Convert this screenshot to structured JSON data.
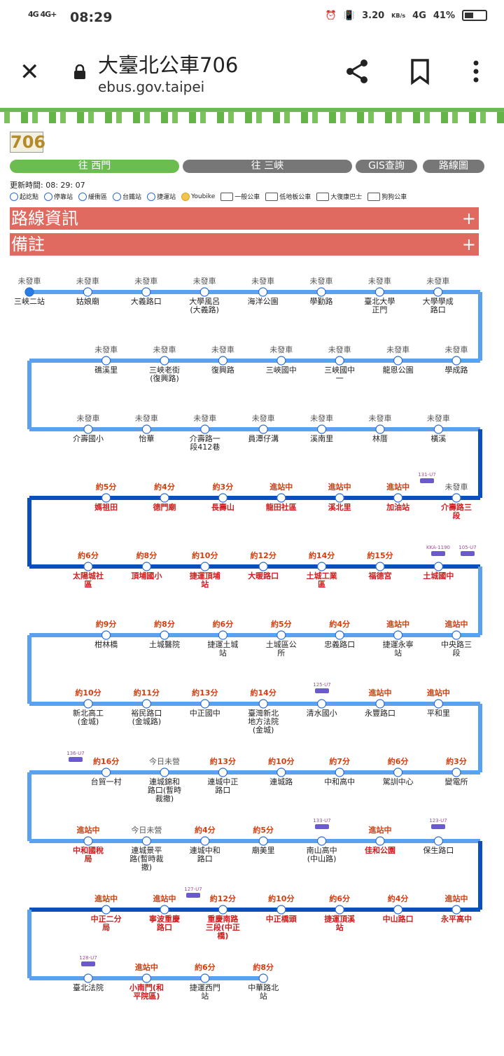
{
  "status": {
    "signal": "4G 4G+",
    "time": "08:29",
    "speed": "3.20",
    "speed_unit": "KB/s",
    "network": "4G",
    "battery": "41%"
  },
  "header": {
    "title": "大臺北公車706",
    "url": "ebus.gov.taipei"
  },
  "route": {
    "number": "706",
    "tabs": [
      "往 西門",
      "往 三峽",
      "GIS查詢",
      "路線圖"
    ],
    "updated": "更新時間: 08: 29: 07",
    "legend": [
      "起訖點",
      "停靠站",
      "緩衝區",
      "台鐵站",
      "捷運站",
      "Youbike",
      "一般公車",
      "低地板公車",
      "大復康巴士",
      "狗狗公車"
    ],
    "sections": [
      "路線資訊",
      "備註"
    ],
    "plus": "+"
  },
  "stops": [
    {
      "name": "三峽二站",
      "eta": "未發車"
    },
    {
      "name": "姑娘廟",
      "eta": "未發車"
    },
    {
      "name": "大義路口",
      "eta": "未發車"
    },
    {
      "name": "大學風呂\n(大義路)",
      "eta": "未發車"
    },
    {
      "name": "海洋公園",
      "eta": "未發車"
    },
    {
      "name": "學勤路",
      "eta": "未發車"
    },
    {
      "name": "臺北大學\n正門",
      "eta": "未發車"
    },
    {
      "name": "大學學成\n路口",
      "eta": "未發車"
    },
    {
      "name": "學成路",
      "eta": "未發車"
    },
    {
      "name": "龍恩公園",
      "eta": "未發車"
    },
    {
      "name": "三峽國中\n一",
      "eta": "未發車"
    },
    {
      "name": "三峽國中",
      "eta": "未發車"
    },
    {
      "name": "復興路",
      "eta": "未發車"
    },
    {
      "name": "三峽老街\n(復興路)",
      "eta": "未發車"
    },
    {
      "name": "礁溪里",
      "eta": "未發車"
    },
    {
      "name": "介壽國小",
      "eta": "未發車"
    },
    {
      "name": "怡華",
      "eta": "未發車"
    },
    {
      "name": "介壽路一\n段412巷",
      "eta": "未發車"
    },
    {
      "name": "員潭仔溝",
      "eta": "未發車"
    },
    {
      "name": "溪南里",
      "eta": "未發車"
    },
    {
      "name": "林厝",
      "eta": "未發車"
    },
    {
      "name": "橫溪",
      "eta": "未發車"
    },
    {
      "name": "介壽路三\n段",
      "eta": "未發車"
    },
    {
      "name": "加油站",
      "eta": "進站中"
    },
    {
      "name": "溪北里",
      "eta": "進站中"
    },
    {
      "name": "龍田社區",
      "eta": "進站中"
    },
    {
      "name": "長壽山",
      "eta": "約3分"
    },
    {
      "name": "德門廟",
      "eta": "約4分"
    },
    {
      "name": "媽祖田",
      "eta": "約5分"
    },
    {
      "name": "太陽城社\n區",
      "eta": "約6分"
    },
    {
      "name": "頂埔國小",
      "eta": "約8分"
    },
    {
      "name": "捷運頂埔\n站",
      "eta": "約10分"
    },
    {
      "name": "大暖路口",
      "eta": "約12分"
    },
    {
      "name": "土城工業\n區",
      "eta": "約14分"
    },
    {
      "name": "福德宮",
      "eta": "約15分"
    },
    {
      "name": "土城國中",
      "eta": ""
    },
    {
      "name": "中央路三\n段",
      "eta": "進站中"
    },
    {
      "name": "捷運永寧\n站",
      "eta": "進站中"
    },
    {
      "name": "忠義路口",
      "eta": "約4分"
    },
    {
      "name": "土城區公\n所",
      "eta": "約5分"
    },
    {
      "name": "捷運土城\n站",
      "eta": "約6分"
    },
    {
      "name": "土城醫院",
      "eta": "約8分"
    },
    {
      "name": "柑林橋",
      "eta": "約9分"
    },
    {
      "name": "新北高工\n(金城)",
      "eta": "約10分"
    },
    {
      "name": "裕民路口\n(金城路)",
      "eta": "約11分"
    },
    {
      "name": "中正國中",
      "eta": "約13分"
    },
    {
      "name": "臺灣新北\n地方法院\n(金城)",
      "eta": "約14分"
    },
    {
      "name": "清水國小",
      "eta": ""
    },
    {
      "name": "永豐路口",
      "eta": "進站中"
    },
    {
      "name": "平和里",
      "eta": "進站中"
    },
    {
      "name": "變電所",
      "eta": "約3分"
    },
    {
      "name": "駕訓中心",
      "eta": "約6分"
    },
    {
      "name": "中和高中",
      "eta": "約7分"
    },
    {
      "name": "連城路",
      "eta": "約10分"
    },
    {
      "name": "連城中正\n路口",
      "eta": "約13分"
    },
    {
      "name": "連城錦和\n路口(暫時\n裁撤)",
      "eta": "今日未營\n運"
    },
    {
      "name": "台貿一村",
      "eta": "約16分"
    },
    {
      "name": "中和國稅\n局",
      "eta": "進站中"
    },
    {
      "name": "連城景平\n路(暫時裁\n撤)",
      "eta": "今日未營\n運"
    },
    {
      "name": "連城中和\n路口",
      "eta": "約4分"
    },
    {
      "name": "廟美里",
      "eta": "約5分"
    },
    {
      "name": "南山高中\n(中山路)",
      "eta": ""
    },
    {
      "name": "佳和公園",
      "eta": "進站中"
    },
    {
      "name": "保生路口",
      "eta": ""
    },
    {
      "name": "永平高中",
      "eta": "進站中"
    },
    {
      "name": "中山路口",
      "eta": "約4分"
    },
    {
      "name": "捷運頂溪\n站",
      "eta": "約6分"
    },
    {
      "name": "中正橋頭",
      "eta": "約10分"
    },
    {
      "name": "重慶南路\n三段(中正\n橋)",
      "eta": "約12分"
    },
    {
      "name": "寧波重慶\n路口",
      "eta": "進站中"
    },
    {
      "name": "中正二分\n局",
      "eta": "進站中"
    },
    {
      "name": "臺北法院",
      "eta": ""
    },
    {
      "name": "小南門(和\n平院區)",
      "eta": "進站中"
    },
    {
      "name": "捷運西門\n站",
      "eta": "約6分"
    },
    {
      "name": "中華路北\n站",
      "eta": "約8分"
    }
  ],
  "plates": [
    "131-U7",
    "KKA-1190",
    "105-U7",
    "125-U7",
    "136-U7",
    "133-U7",
    "123-U7",
    "127-U7",
    "128-U7"
  ],
  "colors": {
    "accent": "#e06a5f",
    "tab_active": "#6cbd4f",
    "tab_inactive": "#777777",
    "line_light": "#5aa2f0",
    "line_dark": "#0b4fbf",
    "red": "#d01e1e"
  }
}
